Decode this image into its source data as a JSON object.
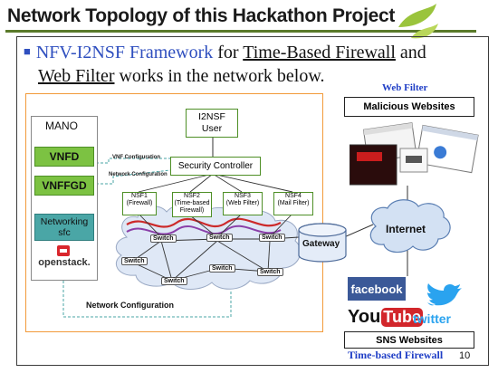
{
  "title": "Network Topology of this Hackathon Project",
  "intro": {
    "prefix": "NFV-I2NSF Framework",
    "mid1": " for ",
    "link1": "Time-Based Firewall",
    "mid2": " and ",
    "link2": "Web Filter",
    "suffix": " works in the network below."
  },
  "mano": {
    "label": "MANO",
    "vnfd": "VNFD",
    "vnffgd": "VNFFGD",
    "networking_line1": "Networking",
    "networking_line2": "sfc",
    "openstack": "openstack."
  },
  "user_box": {
    "line1": "I2NSF",
    "line2": "User"
  },
  "security_controller": "Security Controller",
  "labels": {
    "vnf_configuration": "VNF Configuration",
    "network_configuration_small": "Network Configuration",
    "network_configuration": "Network Configuration"
  },
  "nsfs": [
    {
      "line1": "NSF1",
      "line2": "(Firewall)"
    },
    {
      "line1": "NSF2",
      "line2": "(Time-based",
      "line3": "Firewall)"
    },
    {
      "line1": "NSF3",
      "line2": "(Web Filter)"
    },
    {
      "line1": "NSF4",
      "line2": "(Mail Filter)"
    }
  ],
  "switch_label": "Switch",
  "gateway": "Gateway",
  "internet": "Internet",
  "web_filter_heading": "Web Filter",
  "malicious_websites": "Malicious Websites",
  "sns_websites": "SNS Websites",
  "time_based_firewall_footer": "Time-based Firewall",
  "page_number": "10",
  "sns_logos": {
    "facebook": "facebook",
    "youtube_you": "You",
    "youtube_tube": "Tube",
    "twitter": "twitter"
  },
  "colors": {
    "nsf_box_green": "#4e8f26",
    "link_red": "#cc2a2a",
    "link_purple": "#8a3fa8",
    "frame_orange": "#f29a3a"
  }
}
